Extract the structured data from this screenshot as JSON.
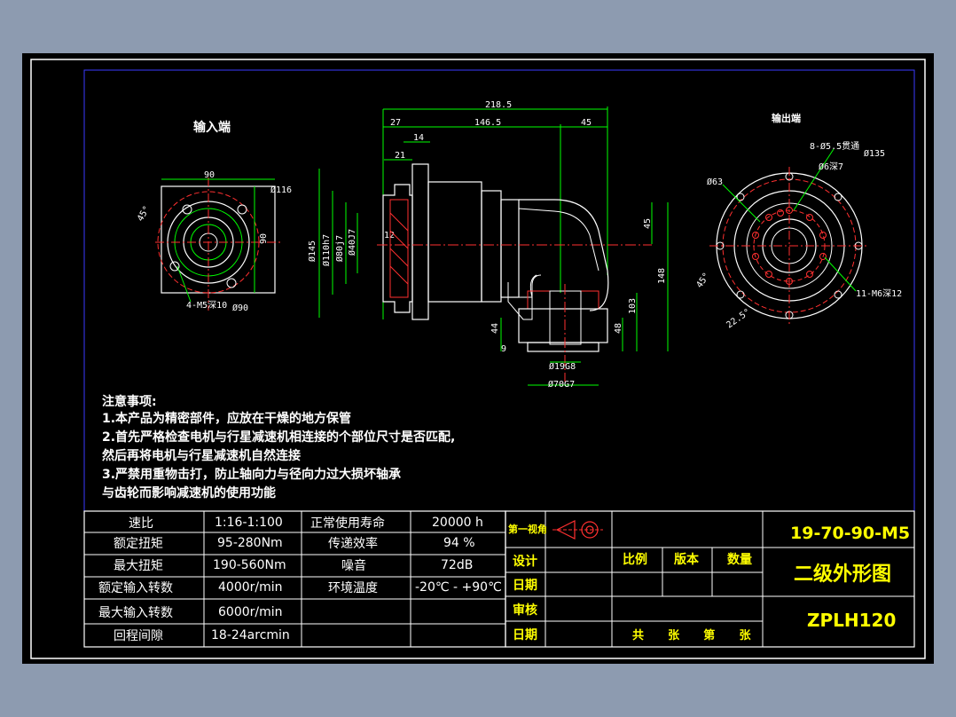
{
  "labels": {
    "input_end": "输入端",
    "output_end": "输出端"
  },
  "dims": {
    "d218": "218.5",
    "d27": "27",
    "d146": "146.5",
    "d45": "45",
    "d14": "14",
    "d21": "21",
    "d12": "12",
    "d145": "Ø145",
    "d110": "Ø110h7",
    "d80": "Ø80j7",
    "d40": "Ø40J7",
    "d45v": "45",
    "d148": "148",
    "d103": "103",
    "d44": "44",
    "d48": "48",
    "d9": "9",
    "d19g6": "Ø19G8",
    "d70g7": "Ø70G7",
    "in90": "90",
    "in90v": "90",
    "in116": "Ø116",
    "in45": "45°",
    "in_holes": "4-M5深10",
    "in_d90": "Ø90",
    "out_holes8": "8-Ø5.5贯通",
    "out_d135": "Ø135",
    "out_d6": "Ø6深7",
    "out_d63": "Ø63",
    "out_45": "45°",
    "out_225": "22.5°",
    "out_holes11": "11-M6深12"
  },
  "notes": {
    "title": "注意事项:",
    "lines": [
      "1.本产品为精密部件，应放在干燥的地方保管",
      "2.首先严格检查电机与行星减速机相连接的个部位尺寸是否匹配,",
      "然后再将电机与行星减速机自然连接",
      "3.严禁用重物击打，防止轴向力与径向力过大损坏轴承",
      "与齿轮而影响减速机的使用功能"
    ]
  },
  "spec_table": {
    "rows": [
      [
        "速比",
        "1:16-1:100",
        "正常使用寿命",
        "20000 h"
      ],
      [
        "额定扭矩",
        "95-280Nm",
        "传递效率",
        "94 %"
      ],
      [
        "最大扭矩",
        "190-560Nm",
        "噪音",
        "72dB"
      ],
      [
        "额定输入转数",
        "4000r/min",
        "环境温度",
        "-20℃ - +90℃"
      ],
      [
        "最大输入转数",
        "6000r/min",
        "",
        ""
      ],
      [
        "回程间隙",
        "18-24arcmin",
        "",
        ""
      ]
    ]
  },
  "title_block": {
    "projection": "第一视角",
    "design": "设计",
    "date1": "日期",
    "review": "审核",
    "date2": "日期",
    "scale": "比例",
    "version": "版本",
    "quantity": "数量",
    "sheets": "共      张      第      张",
    "code": "19-70-90-M5",
    "drawing_name": "二级外形图",
    "model": "ZPLH120"
  }
}
